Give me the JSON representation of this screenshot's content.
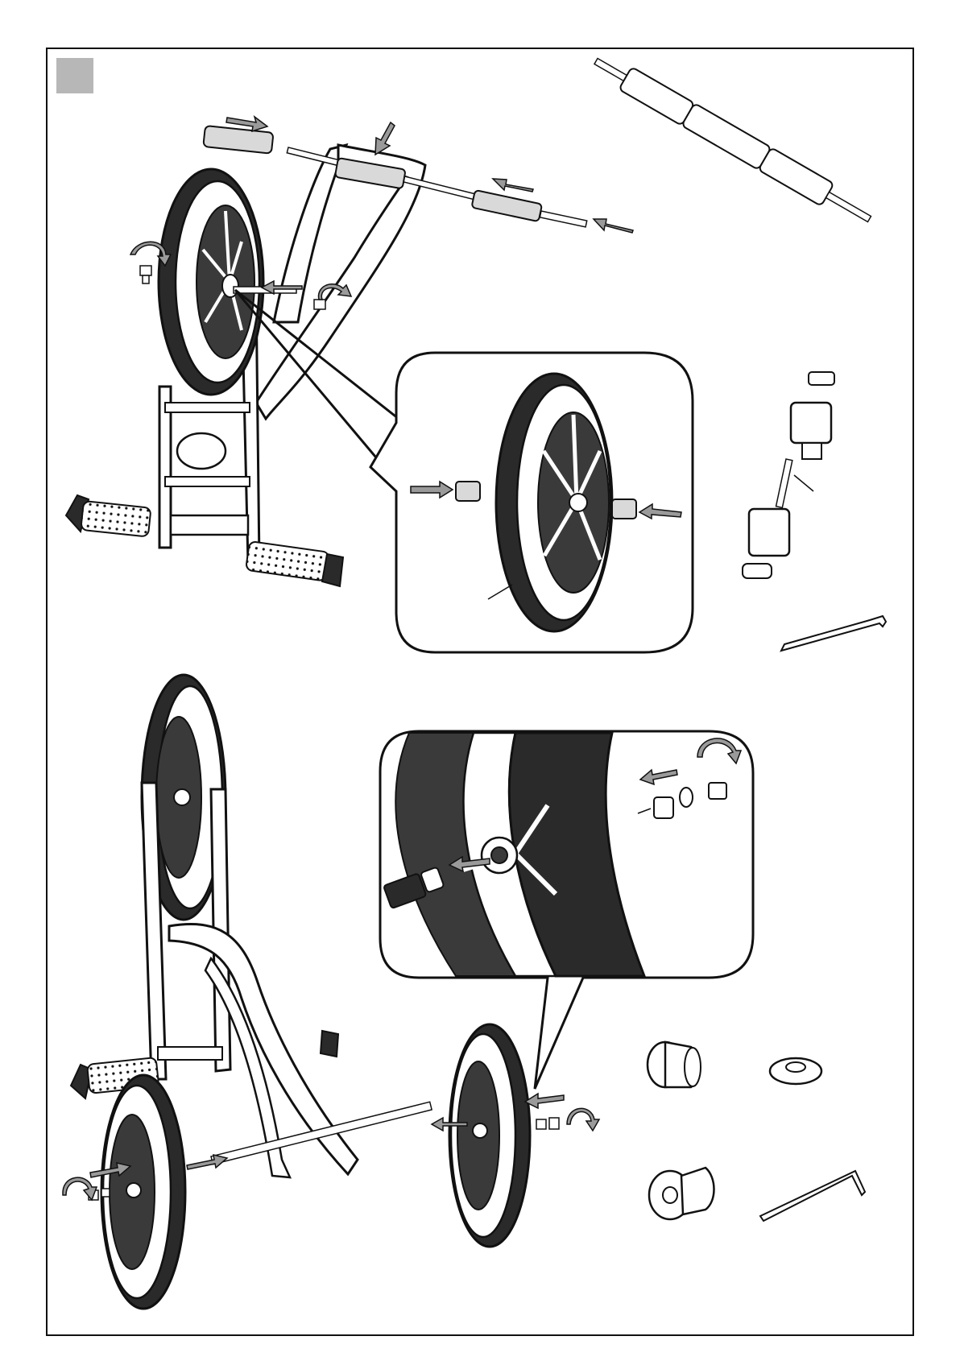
{
  "page": {
    "step_badge_label": "",
    "colors": {
      "ink": "#111111",
      "arrow_fill": "#9a9a9a",
      "badge_fill": "#b7b7b7",
      "tire": "#2a2a2a",
      "hub": "#3a3a3a",
      "part_grey": "#d9d9d9",
      "paper": "#ffffff"
    }
  },
  "figures": {
    "top_assembly": "frame-with-rear-wheel",
    "top_callout": "wheel-hub-closeup",
    "bottom_assembly": "complete-trike-frame",
    "bottom_callout": "hub-bolt-closeup",
    "parts": [
      "axle-long",
      "axle-short",
      "hex-key",
      "hub-spacer",
      "washer",
      "flanged-nut",
      "hex-key-small"
    ]
  }
}
